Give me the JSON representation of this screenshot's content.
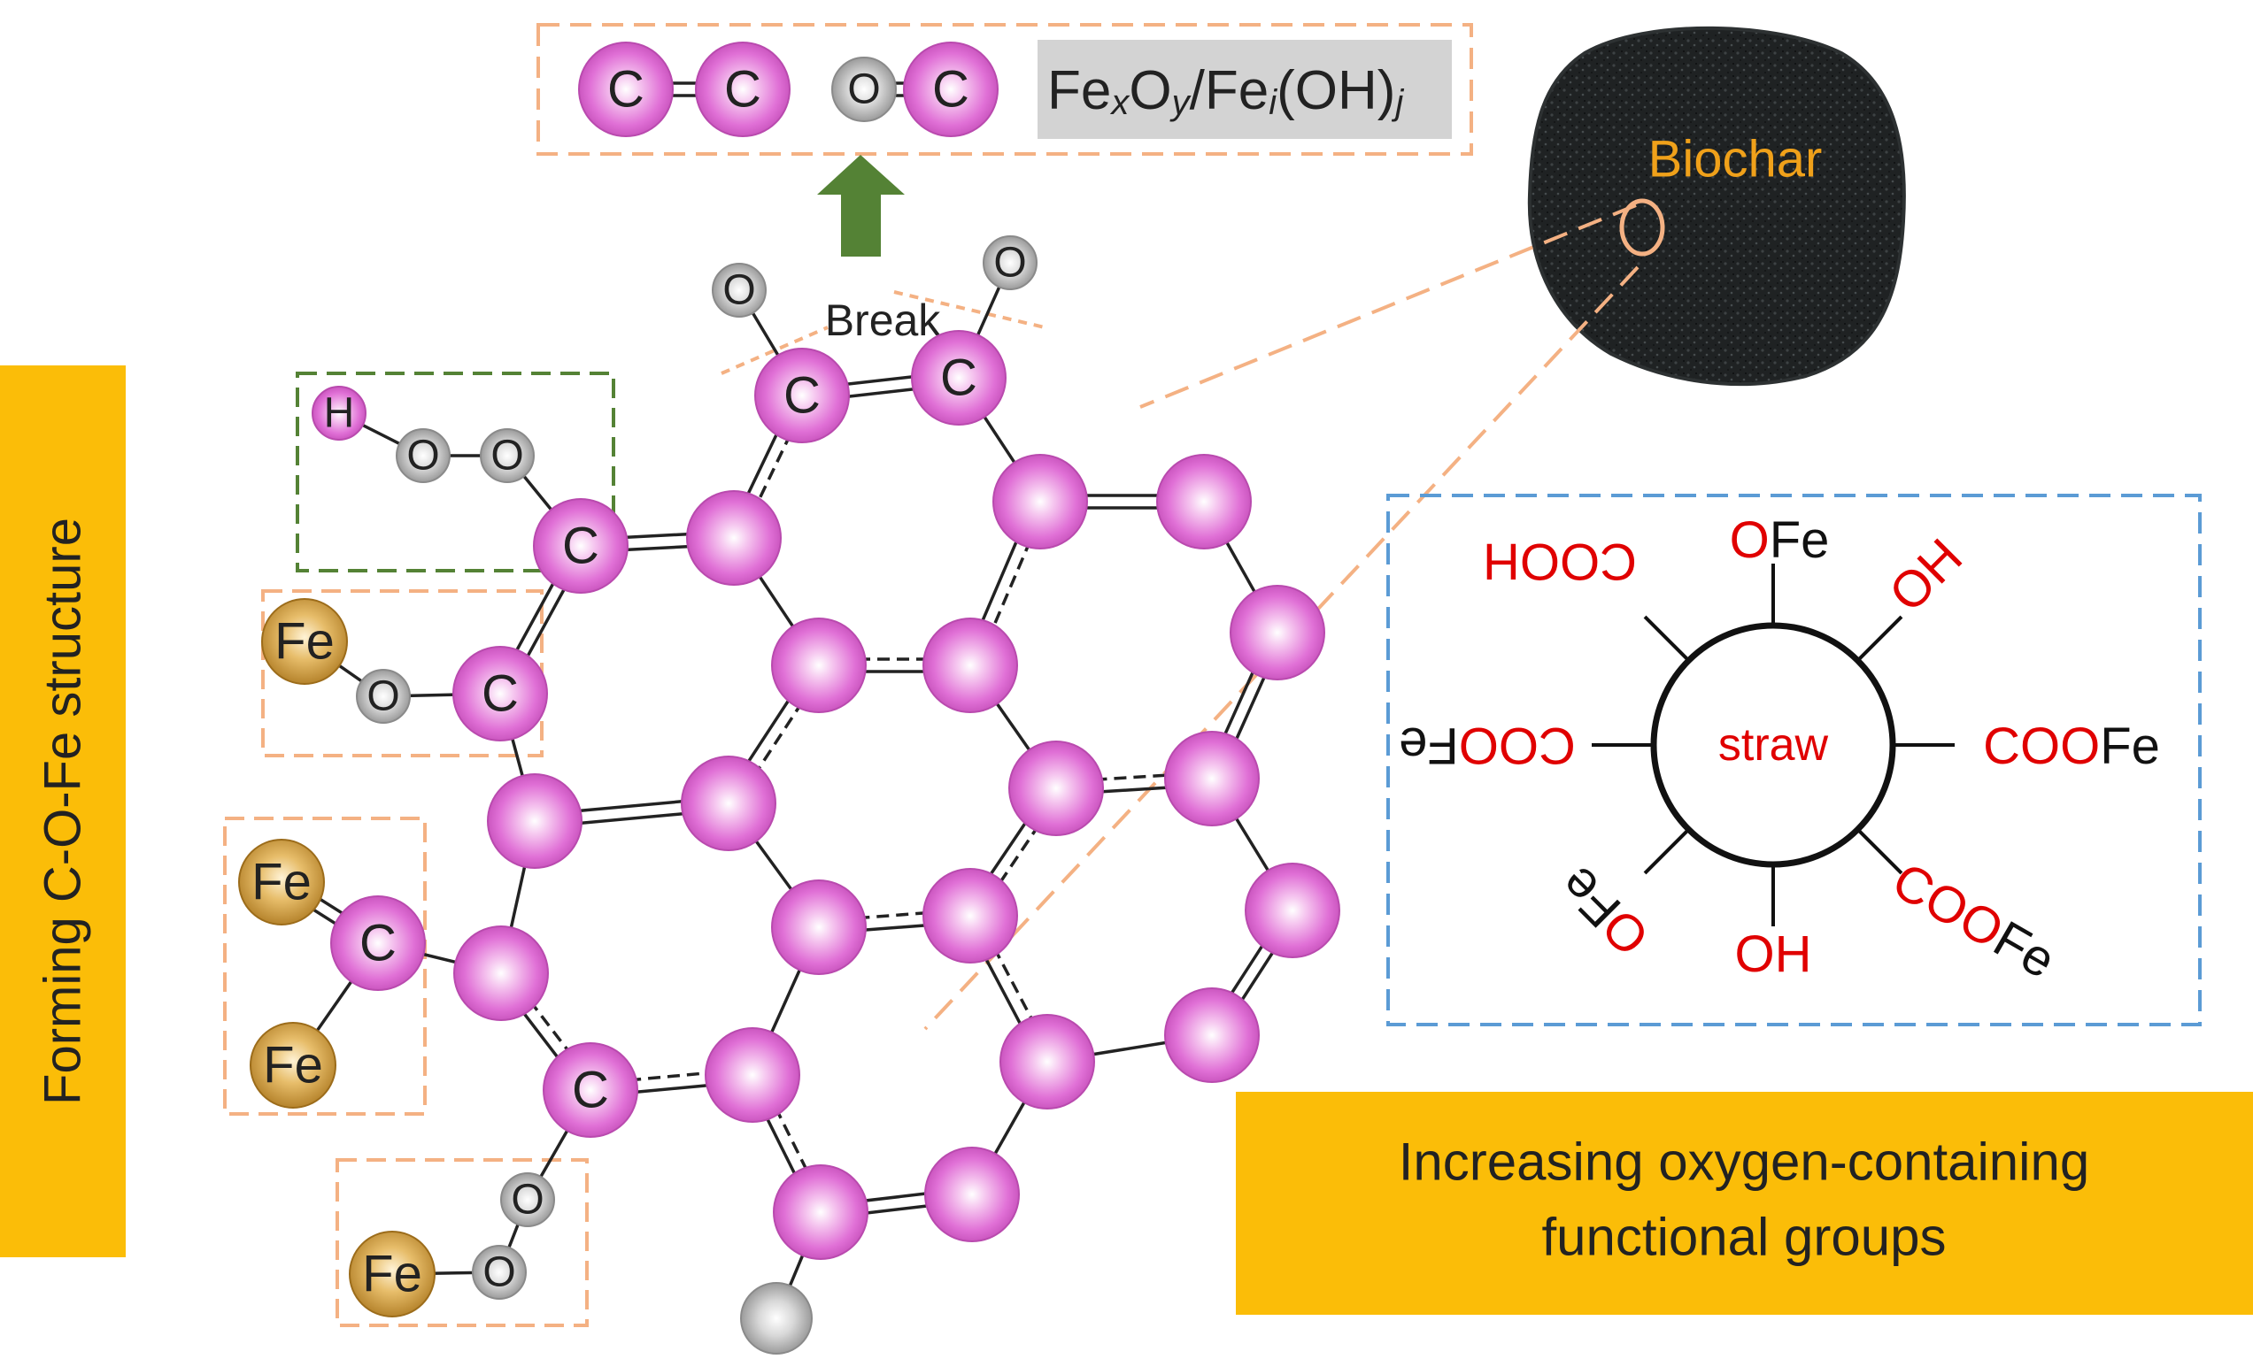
{
  "top_box": {
    "atoms": [
      "C",
      "C",
      "O",
      "C"
    ],
    "formula": {
      "p1": "Fe",
      "s1": "x",
      "p2": "O",
      "s2": "y",
      "p3": "/Fe",
      "s3": "i",
      "p4": "(OH)",
      "s4": "j"
    }
  },
  "break_label": "Break",
  "side_banner": {
    "text": "Forming C-O-Fe structure"
  },
  "biochar": {
    "label": "Biochar"
  },
  "straw": {
    "center": "straw",
    "groups": [
      {
        "red": "COOH",
        "black": "",
        "rot": 180
      },
      {
        "red": "O",
        "black": "Fe",
        "rot": 0
      },
      {
        "red": "OH",
        "black": "",
        "rot": -45
      },
      {
        "red": "COO",
        "black": "Fe",
        "rot": 0
      },
      {
        "red": "COO",
        "black": "Fe",
        "rot": 30
      },
      {
        "red": "OH",
        "black": "",
        "rot": 0
      },
      {
        "red": "O",
        "black": "Fe",
        "rot": 225
      },
      {
        "red": "COO",
        "black": "Fe",
        "rot": 180
      }
    ]
  },
  "bottom_banner": {
    "line1": "Increasing oxygen-containing",
    "line2": "functional groups"
  },
  "atom_labels": {
    "C": "C",
    "O": "O",
    "H": "H",
    "Fe": "Fe"
  },
  "colors": {
    "carbon_pink": "#e070d6",
    "oxygen_gray": "#bdbdbd",
    "iron_gold": "#cf9a3a",
    "banner_yellow": "#fbbd08",
    "arrow_green": "#548235",
    "orange_dash": "#f4b183",
    "blue_dash": "#5b9bd5",
    "green_dash": "#548235",
    "formula_bg": "#d3d3d3"
  }
}
